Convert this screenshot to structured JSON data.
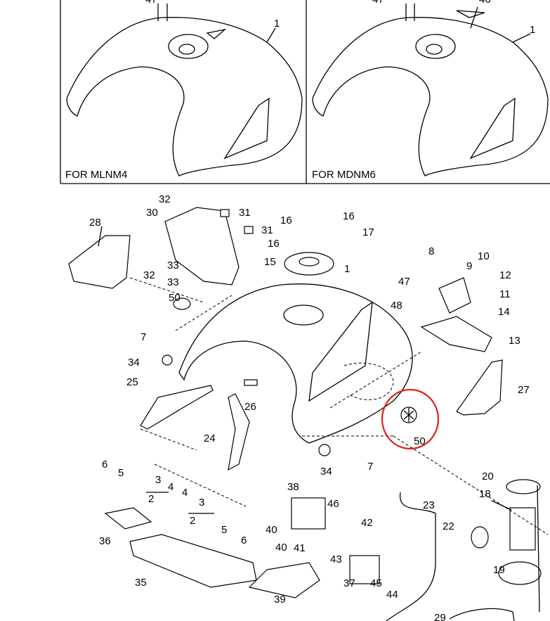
{
  "title": "Fuel tank parts diagram",
  "variants": [
    {
      "caption": "FOR MLNM4",
      "labels": [
        "47",
        "1"
      ]
    },
    {
      "caption": "FOR MDNM6",
      "labels": [
        "47",
        "46",
        "1"
      ]
    }
  ],
  "callouts": [
    "32",
    "30",
    "31",
    "31",
    "28",
    "16",
    "16",
    "17",
    "16",
    "15",
    "1",
    "8",
    "10",
    "9",
    "12",
    "11",
    "47",
    "48",
    "14",
    "13",
    "33",
    "33",
    "32",
    "50",
    "7",
    "34",
    "25",
    "26",
    "27",
    "24",
    "50",
    "6",
    "5",
    "3",
    "4",
    "2",
    "4",
    "3",
    "2",
    "5",
    "6",
    "34",
    "7",
    "36",
    "35",
    "38",
    "46",
    "42",
    "40",
    "40",
    "41",
    "43",
    "39",
    "37",
    "45",
    "44",
    "23",
    "22",
    "20",
    "18",
    "19",
    "29"
  ],
  "highlight": {
    "part": "50",
    "color": "#e0201b"
  }
}
